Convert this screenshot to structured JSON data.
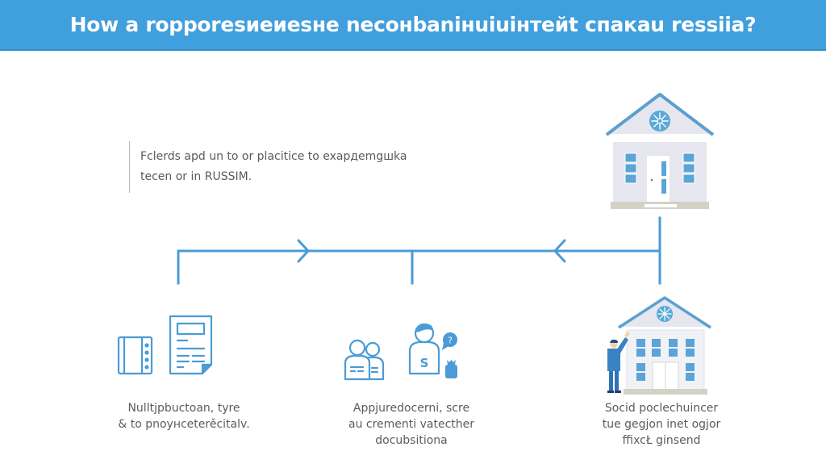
{
  "header": {
    "title": "How a ropporesиeиesнe necoнbaniнuiuiнтeйt cпaкau ressiia?",
    "background_color": "#409fdd"
  },
  "intro": {
    "lines": [
      "Fclerds apd un to or placitice to exapдemgшka",
      "tecen or in RUSSIM."
    ]
  },
  "flow": {
    "line_color": "#4a9bd6",
    "arrows": [
      "right-arrow",
      "left-arrow"
    ]
  },
  "top_building": {
    "icon": "house-icon",
    "roof_emblem": "snowflake-emblem-icon"
  },
  "steps": [
    {
      "icons": [
        "folder-binder-icon",
        "document-icon"
      ],
      "caption": [
        "Nulltjpbuctoan, tyre",
        "& to pnoyнceterěcitalv."
      ]
    },
    {
      "icons": [
        "two-people-icon",
        "person-money-question-icon"
      ],
      "caption": [
        "Appjuredocerni, scre",
        "au crementi vatecther",
        "docubsitiona"
      ]
    },
    {
      "icons": [
        "official-building-icon",
        "official-person-icon"
      ],
      "caption": [
        "Socid poclechuincer",
        "tue gegjon inet ogjor",
        "ffixcŁ ginsend"
      ]
    }
  ]
}
